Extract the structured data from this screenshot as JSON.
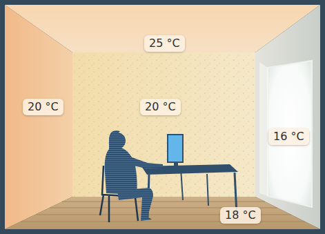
{
  "diagram": {
    "nodes": [
      {
        "text": [
          "25 °C"
        ]
      },
      {
        "text": [
          "20 °C"
        ]
      },
      {
        "text": [
          "20 °C"
        ]
      },
      {
        "text": [
          "16 °C"
        ]
      },
      {
        "text": [
          "18 °C"
        ]
      }
    ]
  }
}
